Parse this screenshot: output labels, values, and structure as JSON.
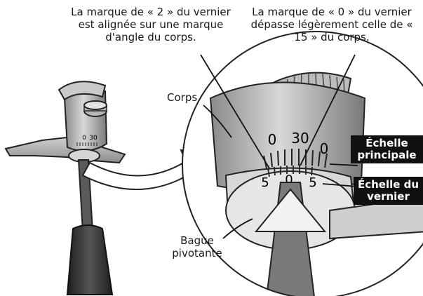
{
  "captions": {
    "left": "La marque de « 2 » du vernier est alignée sur une marque d'angle du corps.",
    "right": "La marque de « 0 » du vernier dépasse légèrement celle de « 15 » du corps."
  },
  "labels": {
    "body": "Corps",
    "rotating_ring": "Bague pivotante",
    "main_scale": "Échelle principale",
    "vernier_scale": "Échelle du vernier"
  },
  "main_scale_numbers": [
    "0",
    "30",
    "0"
  ],
  "vernier_numbers": [
    "5",
    "0",
    "5"
  ],
  "small_tool_numbers": [
    "0",
    "30"
  ],
  "colors": {
    "label_box_bg": "#111111",
    "label_box_text": "#ffffff",
    "metal_light": "#dcdcdc",
    "metal_dark": "#6e6e6e",
    "handle": "#3a3a3a"
  }
}
